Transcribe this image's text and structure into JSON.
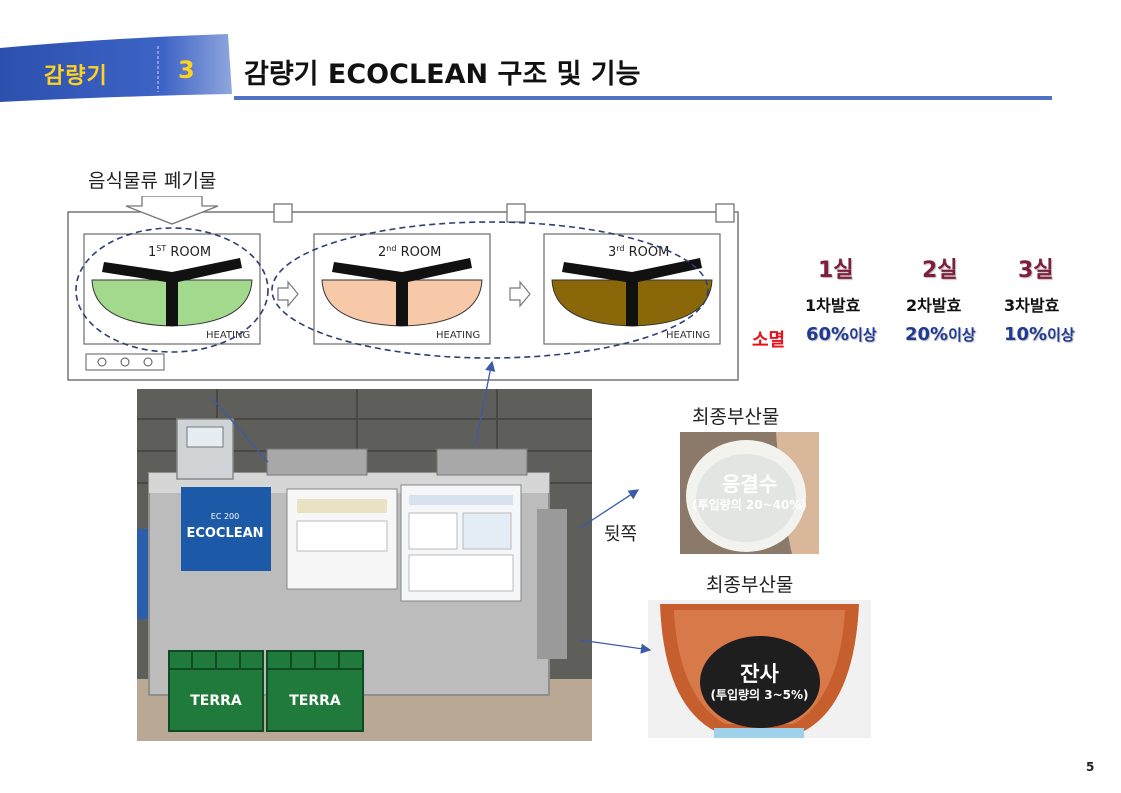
{
  "header": {
    "section_label": "감량기",
    "section_number": "3",
    "title": "감량기 ECOCLEAN 구조 및 기능"
  },
  "diagram": {
    "input_label": "음식물류 폐기물",
    "rooms": [
      {
        "title_main": "1",
        "title_sup": "ST",
        "title_suffix": " ROOM",
        "heating": "HEATING",
        "color": "#a3d98c"
      },
      {
        "title_main": "2",
        "title_sup": "nd",
        "title_suffix": " ROOM",
        "heating": "HEATING",
        "color": "#f7c9a8"
      },
      {
        "title_main": "3",
        "title_sup": "rd",
        "title_suffix": " ROOM",
        "heating": "HEATING",
        "color": "#8a6708"
      }
    ]
  },
  "fermentation": {
    "rooms": [
      {
        "name": "1실",
        "stage": "1차발효",
        "percent": "60%",
        "suffix": "이상"
      },
      {
        "name": "2실",
        "stage": "2차발효",
        "percent": "20%",
        "suffix": "이상"
      },
      {
        "name": "3실",
        "stage": "3차발효",
        "percent": "10%",
        "suffix": "이상"
      }
    ],
    "destroy_label": "소멸"
  },
  "machine_photo": {
    "brand": "ECOCLEAN",
    "model": "EC 200",
    "crate_text": "TERRA"
  },
  "outputs": {
    "back_label": "뒷쪽",
    "condensate": {
      "caption": "최종부산물",
      "title": "응결수",
      "subtitle": "(투입량의 20~40%)"
    },
    "residue": {
      "caption": "최종부산물",
      "title": "잔사",
      "subtitle": "(투입량의 3~5%)"
    }
  },
  "colors": {
    "accent_blue": "#2e52b5",
    "title_rule": "#4f72c4",
    "label_yellow": "#ffd21f",
    "destroy_red": "#e8111b",
    "percent_blue": "#1f3a93",
    "room_name": "#7e1e3a"
  },
  "page": {
    "number": "5"
  }
}
